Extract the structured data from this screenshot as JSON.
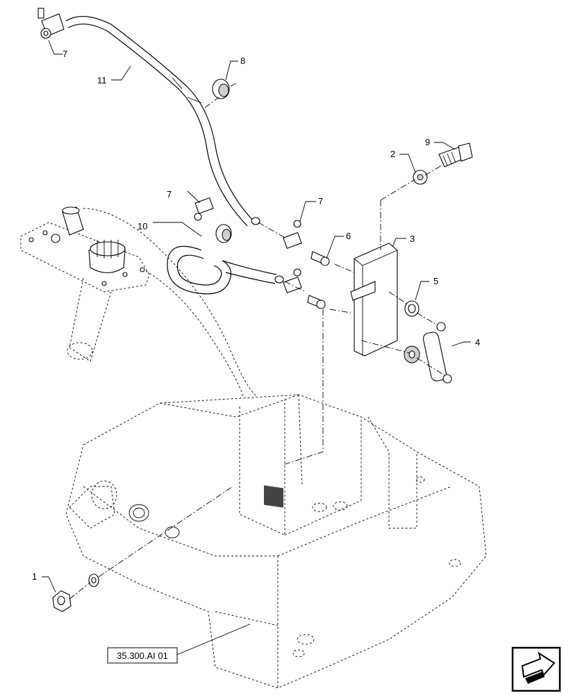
{
  "callouts": {
    "c1": "1",
    "c2": "2",
    "c3": "3",
    "c4": "4",
    "c5": "5",
    "c6": "6",
    "c7a": "7",
    "c7b": "7",
    "c7c": "7",
    "c8": "8",
    "c9": "9",
    "c10": "10",
    "c11": "11"
  },
  "reference_label": "35.300.AI 01",
  "nav_icon": "arrow-icon"
}
